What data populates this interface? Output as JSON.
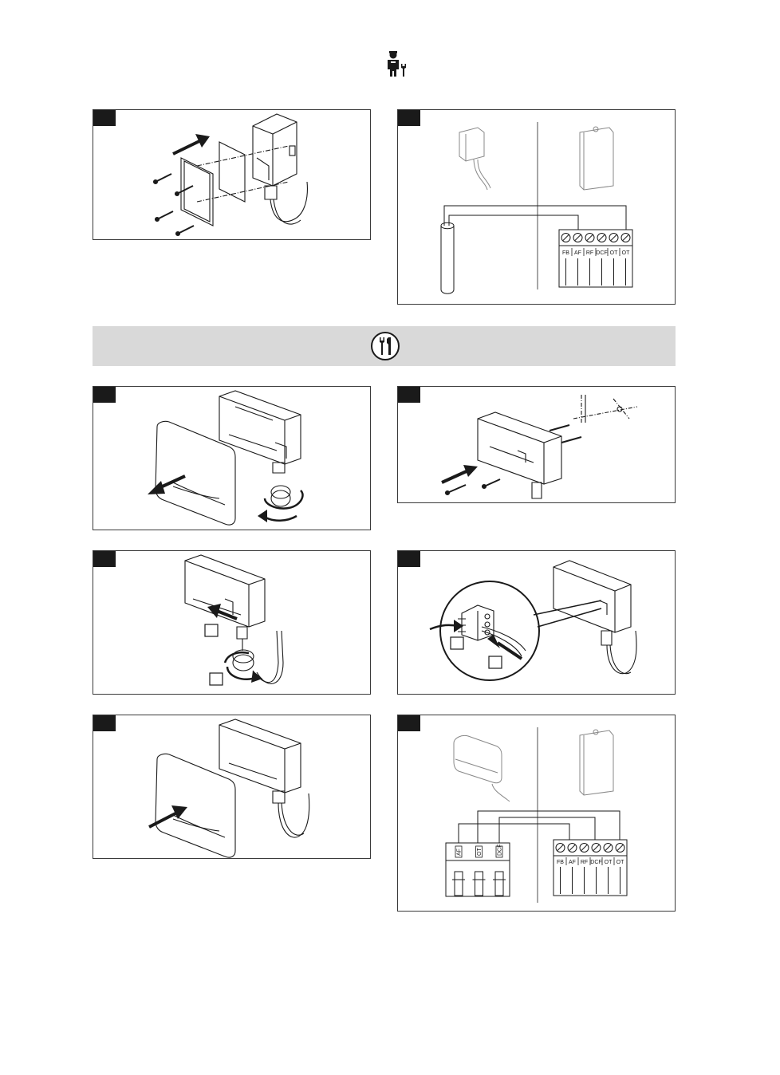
{
  "header": {
    "icon": "installer-icon"
  },
  "section": {
    "icon": "tools-icon"
  },
  "terminals": [
    "FB",
    "AF",
    "RF",
    "DCF",
    "OT",
    "OT"
  ],
  "sensor_terminals": [
    "AF",
    "OT",
    "DCF"
  ],
  "colors": {
    "section_bar": "#d9d9d9",
    "line": "#1a1a1a",
    "tag": "#1a1a1a"
  }
}
